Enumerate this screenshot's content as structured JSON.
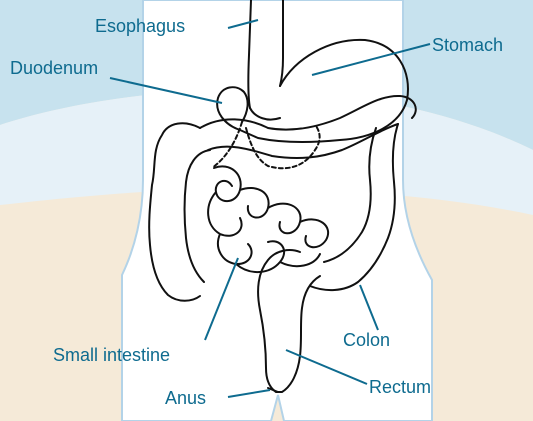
{
  "diagram": {
    "labels": {
      "esophagus": "Esophagus",
      "stomach": "Stomach",
      "duodenum": "Duodenum",
      "small_intestine": "Small intestine",
      "colon": "Colon",
      "anus": "Anus",
      "rectum": "Rectum"
    },
    "colors": {
      "sky_top": "#c7e2ee",
      "sky_light": "#e6f1f8",
      "sand": "#f5ead8",
      "torso_fill": "#ffffff",
      "torso_outline": "#b3d3e8",
      "organ_stroke": "#111111",
      "label_text": "#0e6b8f",
      "leader_line": "#0e6b8f"
    }
  }
}
